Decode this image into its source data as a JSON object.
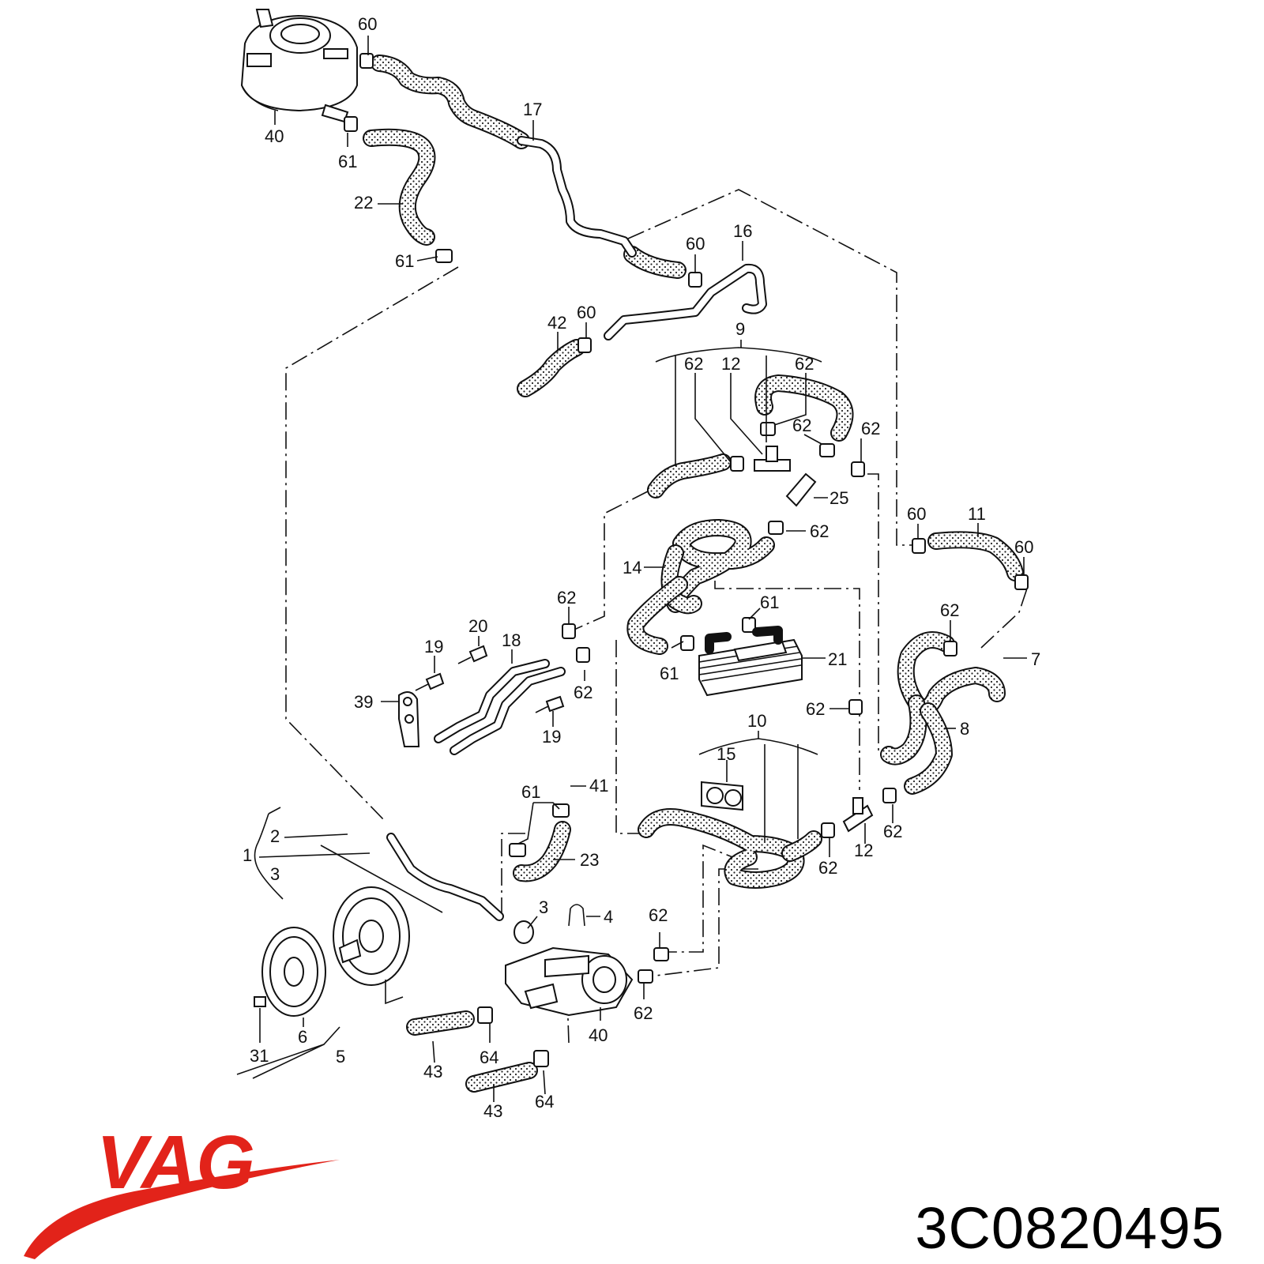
{
  "brand": {
    "logo_text": "VAG",
    "logo_color": "#e2231a"
  },
  "part_number": "3C0820495",
  "callouts": [
    {
      "id": "c-60-a",
      "text": "60"
    },
    {
      "id": "c-17",
      "text": "17"
    },
    {
      "id": "c-40-a",
      "text": "40"
    },
    {
      "id": "c-61-a",
      "text": "61"
    },
    {
      "id": "c-22",
      "text": "22"
    },
    {
      "id": "c-61-b",
      "text": "61"
    },
    {
      "id": "c-16",
      "text": "16"
    },
    {
      "id": "c-60-b",
      "text": "60"
    },
    {
      "id": "c-42",
      "text": "42"
    },
    {
      "id": "c-60-c",
      "text": "60"
    },
    {
      "id": "c-9",
      "text": "9"
    },
    {
      "id": "c-62-a",
      "text": "62"
    },
    {
      "id": "c-12-a",
      "text": "12"
    },
    {
      "id": "c-62-b",
      "text": "62"
    },
    {
      "id": "c-62-c",
      "text": "62"
    },
    {
      "id": "c-62-d",
      "text": "62"
    },
    {
      "id": "c-25",
      "text": "25"
    },
    {
      "id": "c-62-e",
      "text": "62"
    },
    {
      "id": "c-60-d",
      "text": "60"
    },
    {
      "id": "c-11",
      "text": "11"
    },
    {
      "id": "c-60-e",
      "text": "60"
    },
    {
      "id": "c-14",
      "text": "14"
    },
    {
      "id": "c-61-c",
      "text": "61"
    },
    {
      "id": "c-62-f",
      "text": "62"
    },
    {
      "id": "c-62-g",
      "text": "62"
    },
    {
      "id": "c-7",
      "text": "7"
    },
    {
      "id": "c-20",
      "text": "20"
    },
    {
      "id": "c-19-a",
      "text": "19"
    },
    {
      "id": "c-18",
      "text": "18"
    },
    {
      "id": "c-61-d",
      "text": "61"
    },
    {
      "id": "c-21",
      "text": "21"
    },
    {
      "id": "c-39",
      "text": "39"
    },
    {
      "id": "c-62-h",
      "text": "62"
    },
    {
      "id": "c-19-b",
      "text": "19"
    },
    {
      "id": "c-62-i",
      "text": "62"
    },
    {
      "id": "c-8",
      "text": "8"
    },
    {
      "id": "c-10",
      "text": "10"
    },
    {
      "id": "c-15",
      "text": "15"
    },
    {
      "id": "c-61-e",
      "text": "61"
    },
    {
      "id": "c-41",
      "text": "41"
    },
    {
      "id": "c-2",
      "text": "2"
    },
    {
      "id": "c-1",
      "text": "1"
    },
    {
      "id": "c-3-a",
      "text": "3"
    },
    {
      "id": "c-23",
      "text": "23"
    },
    {
      "id": "c-62-j",
      "text": "62"
    },
    {
      "id": "c-12-b",
      "text": "12"
    },
    {
      "id": "c-62-k",
      "text": "62"
    },
    {
      "id": "c-3-b",
      "text": "3"
    },
    {
      "id": "c-4",
      "text": "4"
    },
    {
      "id": "c-62-l",
      "text": "62"
    },
    {
      "id": "c-62-m",
      "text": "62"
    },
    {
      "id": "c-40-b",
      "text": "40"
    },
    {
      "id": "c-64-a",
      "text": "64"
    },
    {
      "id": "c-31",
      "text": "31"
    },
    {
      "id": "c-6",
      "text": "6"
    },
    {
      "id": "c-5",
      "text": "5"
    },
    {
      "id": "c-43-a",
      "text": "43"
    },
    {
      "id": "c-43-b",
      "text": "43"
    },
    {
      "id": "c-64-b",
      "text": "64"
    }
  ]
}
